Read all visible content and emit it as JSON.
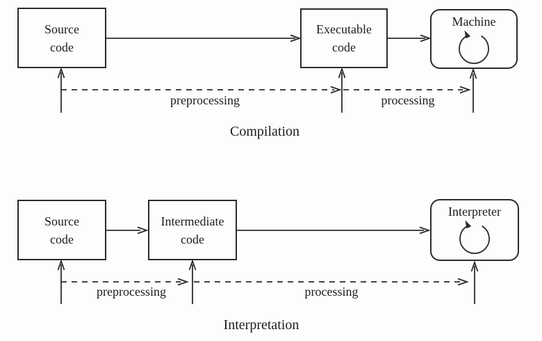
{
  "colors": {
    "ink": "#2b2b2b",
    "text": "#1c1c1c",
    "paper": "#fdfdfd"
  },
  "diagrams": [
    {
      "caption": "Compilation",
      "nodes": [
        {
          "line1": "Source",
          "line2": "code"
        },
        {
          "line1": "Executable",
          "line2": "code"
        },
        {
          "label": "Machine"
        }
      ],
      "edge_labels": [
        {
          "text": "preprocessing"
        },
        {
          "text": "processing"
        }
      ]
    },
    {
      "caption": "Interpretation",
      "nodes": [
        {
          "line1": "Source",
          "line2": "code"
        },
        {
          "line1": "Intermediate",
          "line2": "code"
        },
        {
          "label": "Interpreter"
        }
      ],
      "edge_labels": [
        {
          "text": "preprocessing"
        },
        {
          "text": "processing"
        }
      ]
    }
  ]
}
